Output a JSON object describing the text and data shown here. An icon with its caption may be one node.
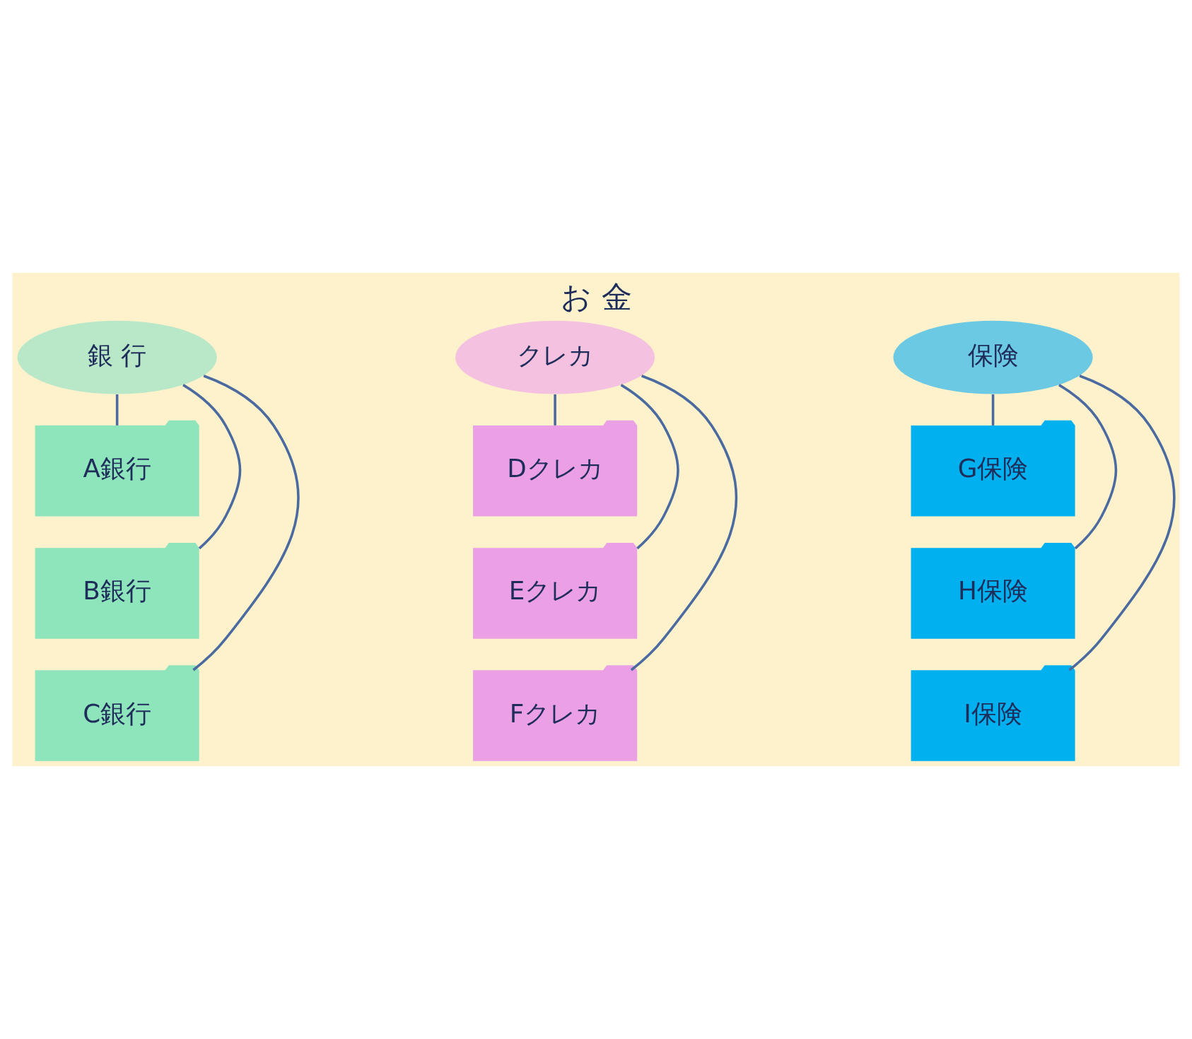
{
  "diagram": {
    "title": "お 金",
    "nodes": [
      {
        "text": [
          "銀 行"
        ]
      },
      {
        "text": [
          "A銀行"
        ]
      },
      {
        "text": [
          "B銀行"
        ]
      },
      {
        "text": [
          "C銀行"
        ]
      },
      {
        "text": [
          "クレカ"
        ]
      },
      {
        "text": [
          "Dクレカ"
        ]
      },
      {
        "text": [
          "Eクレカ"
        ]
      },
      {
        "text": [
          "Fクレカ"
        ]
      },
      {
        "text": [
          "保険"
        ]
      },
      {
        "text": [
          "G保険"
        ]
      },
      {
        "text": [
          "H保険"
        ]
      },
      {
        "text": [
          "I保険"
        ]
      }
    ],
    "edges": [
      {
        "from": 0,
        "to": 1,
        "arrow": "none"
      },
      {
        "from": 0,
        "to": 2,
        "arrow": "none"
      },
      {
        "from": 0,
        "to": 3,
        "arrow": "none"
      },
      {
        "from": 4,
        "to": 5,
        "arrow": "none"
      },
      {
        "from": 4,
        "to": 6,
        "arrow": "none"
      },
      {
        "from": 4,
        "to": 7,
        "arrow": "none"
      },
      {
        "from": 8,
        "to": 9,
        "arrow": "none"
      },
      {
        "from": 8,
        "to": 10,
        "arrow": "none"
      },
      {
        "from": 8,
        "to": 11,
        "arrow": "none"
      }
    ]
  }
}
